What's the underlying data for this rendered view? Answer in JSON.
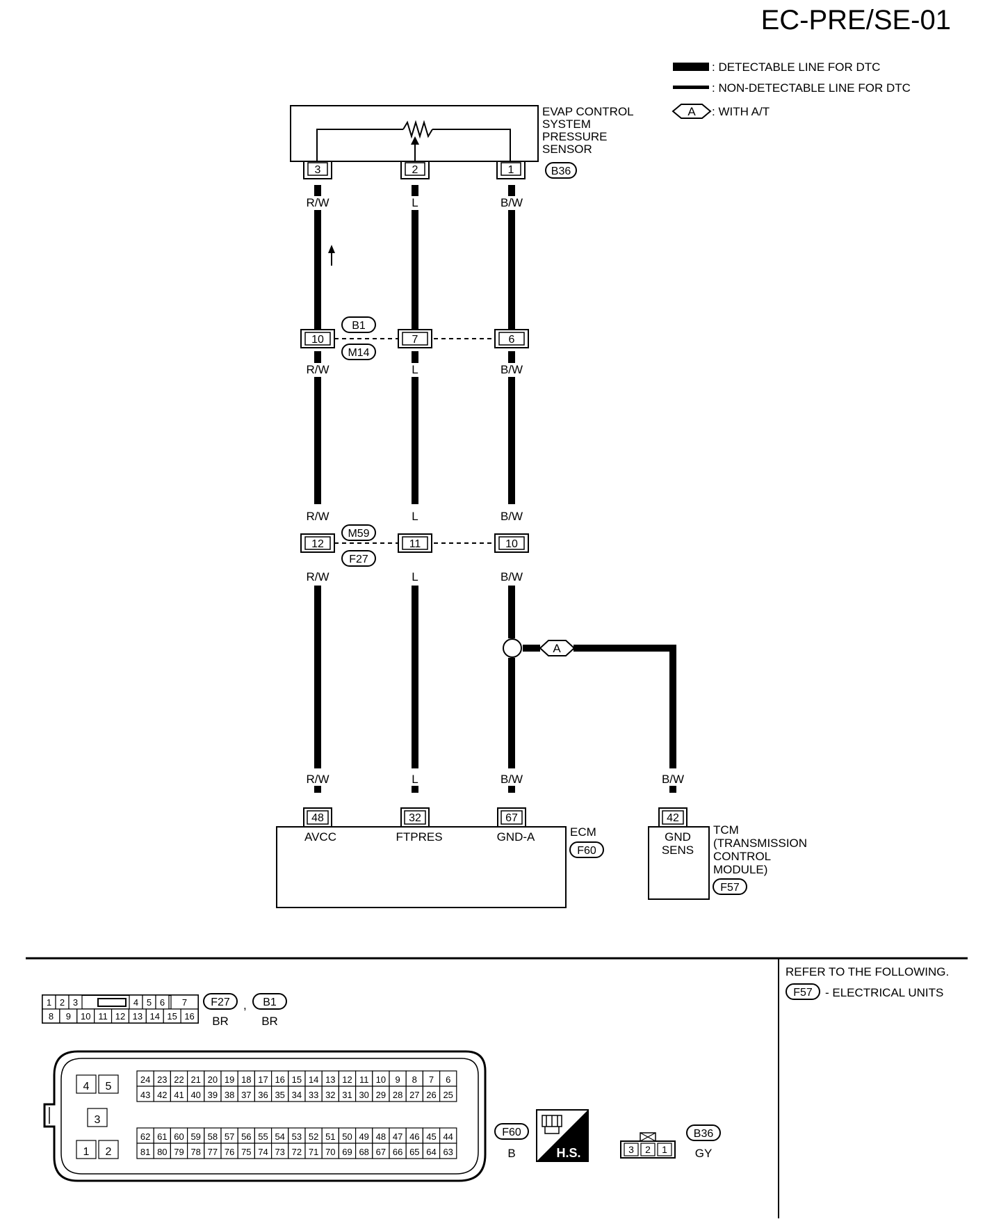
{
  "page_title": "EC-PRE/SE-01",
  "legend": {
    "detectable": ": DETECTABLE LINE FOR DTC",
    "non_detectable": ": NON-DETECTABLE LINE FOR DTC",
    "with_at_symbol": "A",
    "with_at": ": WITH A/T"
  },
  "sensor": {
    "name_lines": [
      "EVAP CONTROL",
      "SYSTEM",
      "PRESSURE",
      "SENSOR"
    ],
    "connector": "B36",
    "pins": [
      "3",
      "2",
      "1"
    ]
  },
  "wire_colors": {
    "rw": "R/W",
    "l": "L",
    "bw": "B/W"
  },
  "junction1": {
    "connector_top": "B1",
    "connector_bottom": "M14",
    "pins": [
      "10",
      "7",
      "6"
    ]
  },
  "junction2": {
    "connector_top": "M59",
    "connector_bottom": "F27",
    "pins": [
      "12",
      "11",
      "10"
    ]
  },
  "ecm": {
    "name": "ECM",
    "connector": "F60",
    "pins": [
      "48",
      "32",
      "67"
    ],
    "terminals": [
      "AVCC",
      "FTPRES",
      "GND-A"
    ]
  },
  "tcm": {
    "connector": "F57",
    "pin": "42",
    "terminal_lines": [
      "GND",
      "SENS"
    ],
    "name_lines": [
      "TCM",
      "(TRANSMISSION",
      "CONTROL",
      "MODULE)"
    ],
    "wire_color": "B/W"
  },
  "refer": {
    "heading": "REFER TO THE FOLLOWING.",
    "item_connector": "F57",
    "item_text": "- ELECTRICAL UNITS"
  },
  "connector_views": {
    "f27_b1": {
      "top_row": [
        "1",
        "2",
        "3",
        "4",
        "5",
        "6",
        "7"
      ],
      "bottom_row": [
        "8",
        "9",
        "10",
        "11",
        "12",
        "13",
        "14",
        "15",
        "16"
      ],
      "labels": [
        "F27",
        "B1"
      ],
      "separator": ",",
      "colors": [
        "BR",
        "BR"
      ]
    },
    "f60": {
      "left_pins": [
        "4",
        "5",
        "3",
        "1",
        "2"
      ],
      "row1": [
        "24",
        "23",
        "22",
        "21",
        "20",
        "19",
        "18",
        "17",
        "16",
        "15",
        "14",
        "13",
        "12",
        "11",
        "10",
        "9",
        "8",
        "7",
        "6"
      ],
      "row2": [
        "43",
        "42",
        "41",
        "40",
        "39",
        "38",
        "37",
        "36",
        "35",
        "34",
        "33",
        "32",
        "31",
        "30",
        "29",
        "28",
        "27",
        "26",
        "25"
      ],
      "row3": [
        "62",
        "61",
        "60",
        "59",
        "58",
        "57",
        "56",
        "55",
        "54",
        "53",
        "52",
        "51",
        "50",
        "49",
        "48",
        "47",
        "46",
        "45",
        "44"
      ],
      "row4": [
        "81",
        "80",
        "79",
        "78",
        "77",
        "76",
        "75",
        "74",
        "73",
        "72",
        "71",
        "70",
        "69",
        "68",
        "67",
        "66",
        "65",
        "64",
        "63"
      ],
      "label": "F60",
      "color": "B",
      "hs": "H.S."
    },
    "b36": {
      "pins": [
        "3",
        "2",
        "1"
      ],
      "label": "B36",
      "color": "GY"
    }
  }
}
